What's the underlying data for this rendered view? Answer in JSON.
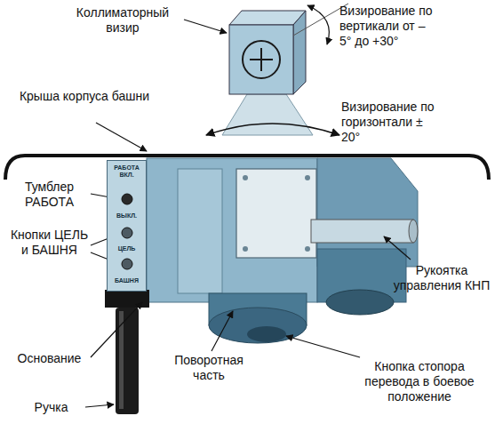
{
  "diagram": {
    "nodes": [
      {
        "text": [
          "РАБОТА ВКЛ.",
          "ВЫКЛ.",
          "ЦЕЛЬ",
          "БАШНЯ"
        ]
      }
    ],
    "labels": [
      "Коллиматорный визир",
      "Визирование по вертикали от – 5° до +30°",
      "Крыша корпуса башни",
      "Визирование по горизонтали ± 20°",
      "Тумблер РАБОТА",
      "Кнопки ЦЕЛЬ и БАШНЯ",
      "Рукоятка управления КНП",
      "Основание",
      "Поворотная часть",
      "Кнопка стопора перевода в боевое положение",
      "Ручка"
    ]
  }
}
